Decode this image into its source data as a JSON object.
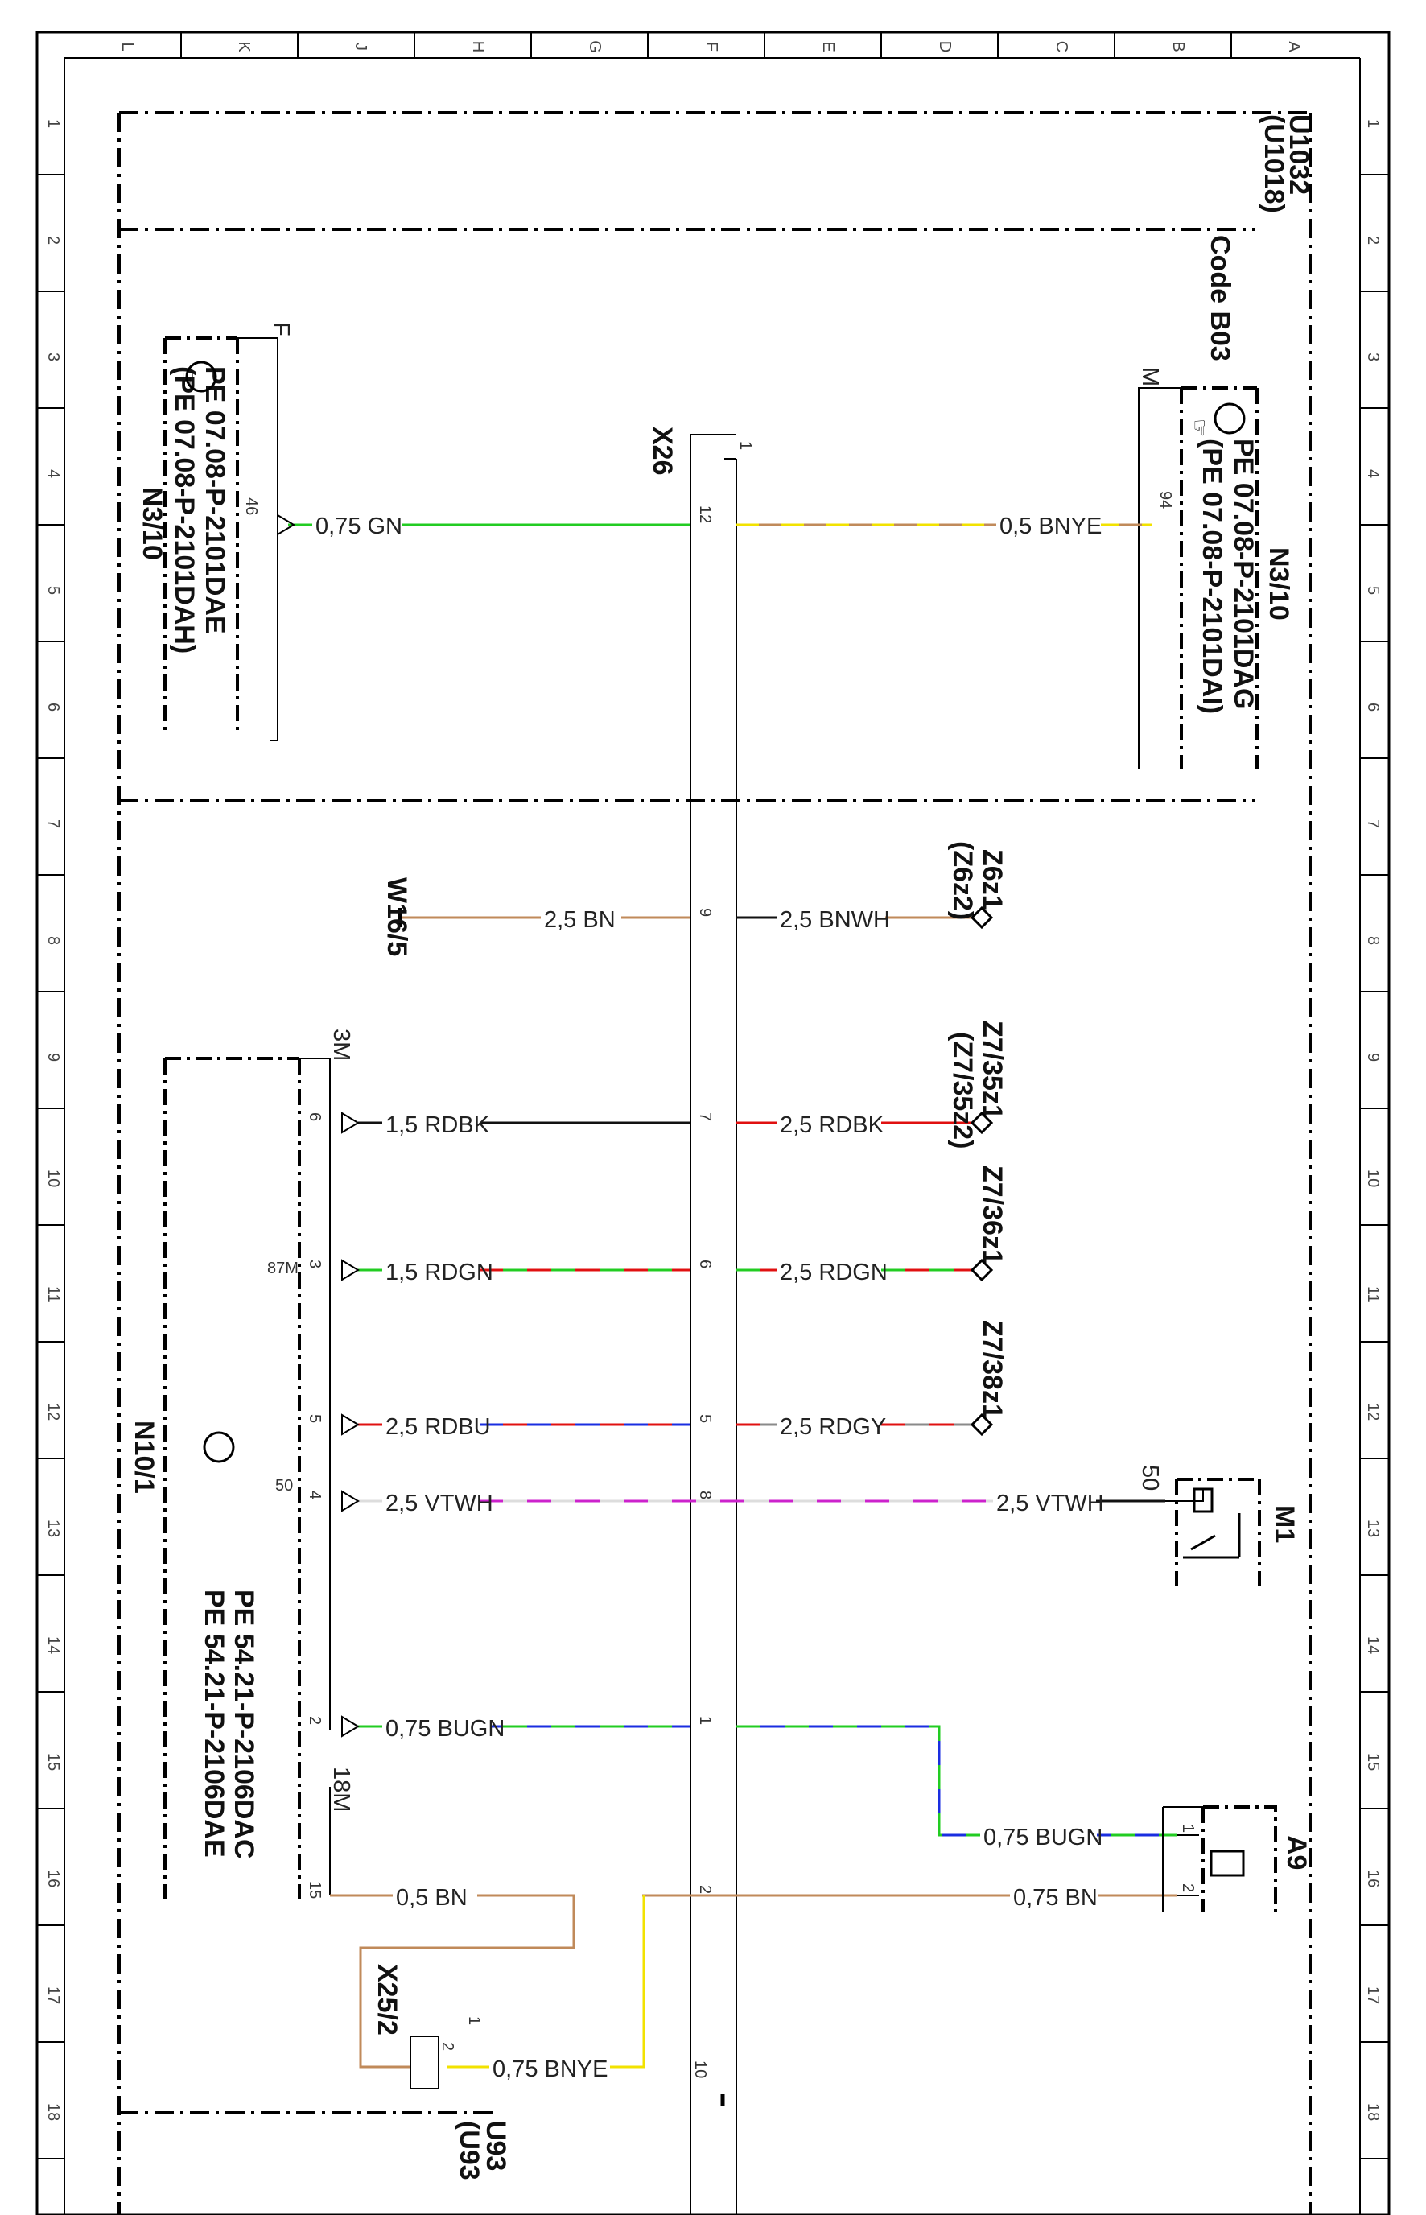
{
  "grid": {
    "columns": [
      "L",
      "K",
      "J",
      "H",
      "G",
      "F",
      "E",
      "D",
      "C",
      "B",
      "A"
    ],
    "rows": [
      "1",
      "2",
      "3",
      "4",
      "5",
      "6",
      "7",
      "8",
      "9",
      "10",
      "11",
      "12",
      "13",
      "14",
      "15",
      "16",
      "17",
      "18"
    ]
  },
  "colors": {
    "GN": "#22cc22",
    "BN": "#c08a5a",
    "BK": "#111111",
    "RD": "#e01010",
    "BU": "#1a2ee0",
    "VT": "#cc22cc",
    "WH": "#dddddd",
    "YE": "#f2e200",
    "GY": "#8a8a8a"
  },
  "frames": {
    "outer_code": "U1032",
    "outer_code2": "(U1018)",
    "code_label": "Code B03",
    "bottom_code": "U93",
    "bottom_code2": "(U93"
  },
  "connector_x26": {
    "name": "X26",
    "top_pin": "1",
    "bottom_pin": "10"
  },
  "components": {
    "n3_10_right": {
      "name": "N3/10",
      "ref1": "PE 07.08-P-2101DAG",
      "ref2": "(PE 07.08-P-2101DAI)",
      "letter": "M",
      "pin": "94"
    },
    "n3_10_left": {
      "name": "N3/10",
      "ref1": "PE 07.08-P-2101DAE",
      "ref2": "(PE 07.08-P-2101DAH)",
      "letter": "F",
      "pin": "46"
    },
    "n10_1": {
      "name": "N10/1",
      "ref1": "PE 54.21-P-2106DAC",
      "ref2": "PE 54.21-P-2106DAE",
      "tag_3m": "3M",
      "tag_18m": "18M",
      "tag_87m": "87M",
      "tag_50": "50"
    },
    "m1": {
      "name": "M1",
      "pin": "50"
    },
    "a9": {
      "name": "A9",
      "pin1": "1",
      "pin2": "2"
    },
    "x25_2": {
      "name": "X25/2",
      "pin1": "1",
      "pin2": "2"
    },
    "w16_5": {
      "name": "W16/5"
    },
    "z6z1": {
      "name": "Z6z1",
      "alt": "(Z6z2)"
    },
    "z7_35z1": {
      "name": "Z7/35z1",
      "alt": "(Z7/35z2)"
    },
    "z7_36z1": {
      "name": "Z7/36z1"
    },
    "z7_38z1": {
      "name": "Z7/38z1"
    }
  },
  "wires": {
    "gn": "0,75 GN",
    "bnye_top": "0,5 BNYE",
    "bn_w16": "2,5 BN",
    "bnwh": "2,5 BNWH",
    "rdbk_l": "1,5 RDBK",
    "rdbk_r": "2,5 RDBK",
    "rdgn_l": "1,5 RDGN",
    "rdgn_r": "2,5 RDGN",
    "rdbu": "2,5 RDBU",
    "rdgy": "2,5 RDGY",
    "vtwh_l": "2,5 VTWH",
    "vtwh_r": "2,5 VTWH",
    "bugn_l": "0,75 BUGN",
    "bugn_r": "0,75 BUGN",
    "bn_l": "0,5 BN",
    "bn_r": "0,75 BN",
    "bnye_bot": "0,75 BNYE"
  },
  "pins": {
    "x26_12": "12",
    "x26_9": "9",
    "x26_7": "7",
    "x26_6": "6",
    "x26_5": "5",
    "x26_8": "8",
    "x26_1": "1",
    "x26_2": "2",
    "n10_6": "6",
    "n10_3": "3",
    "n10_5": "5",
    "n10_4": "4",
    "n10_2": "2",
    "n10_15": "15"
  }
}
